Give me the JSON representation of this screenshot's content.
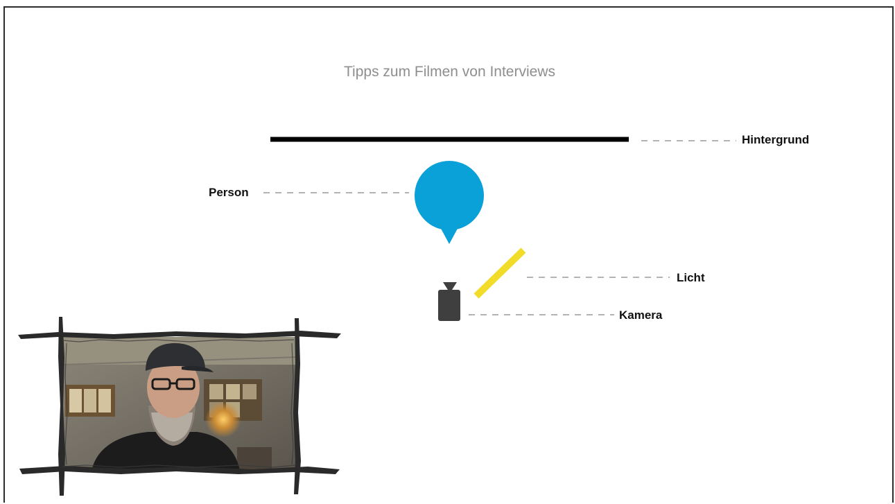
{
  "slide": {
    "title": "Tipps zum Filmen von Interviews"
  },
  "diagram": {
    "labels": {
      "background": "Hintergrund",
      "person": "Person",
      "light": "Licht",
      "camera": "Kamera"
    },
    "colors": {
      "person": "#0aa0d8",
      "light": "#f1dc2a",
      "camera": "#3f3f3f",
      "background_line": "#000000",
      "leader_line": "#9a9a9a"
    }
  },
  "webcam": {
    "icon": "presenter-webcam-photo"
  }
}
